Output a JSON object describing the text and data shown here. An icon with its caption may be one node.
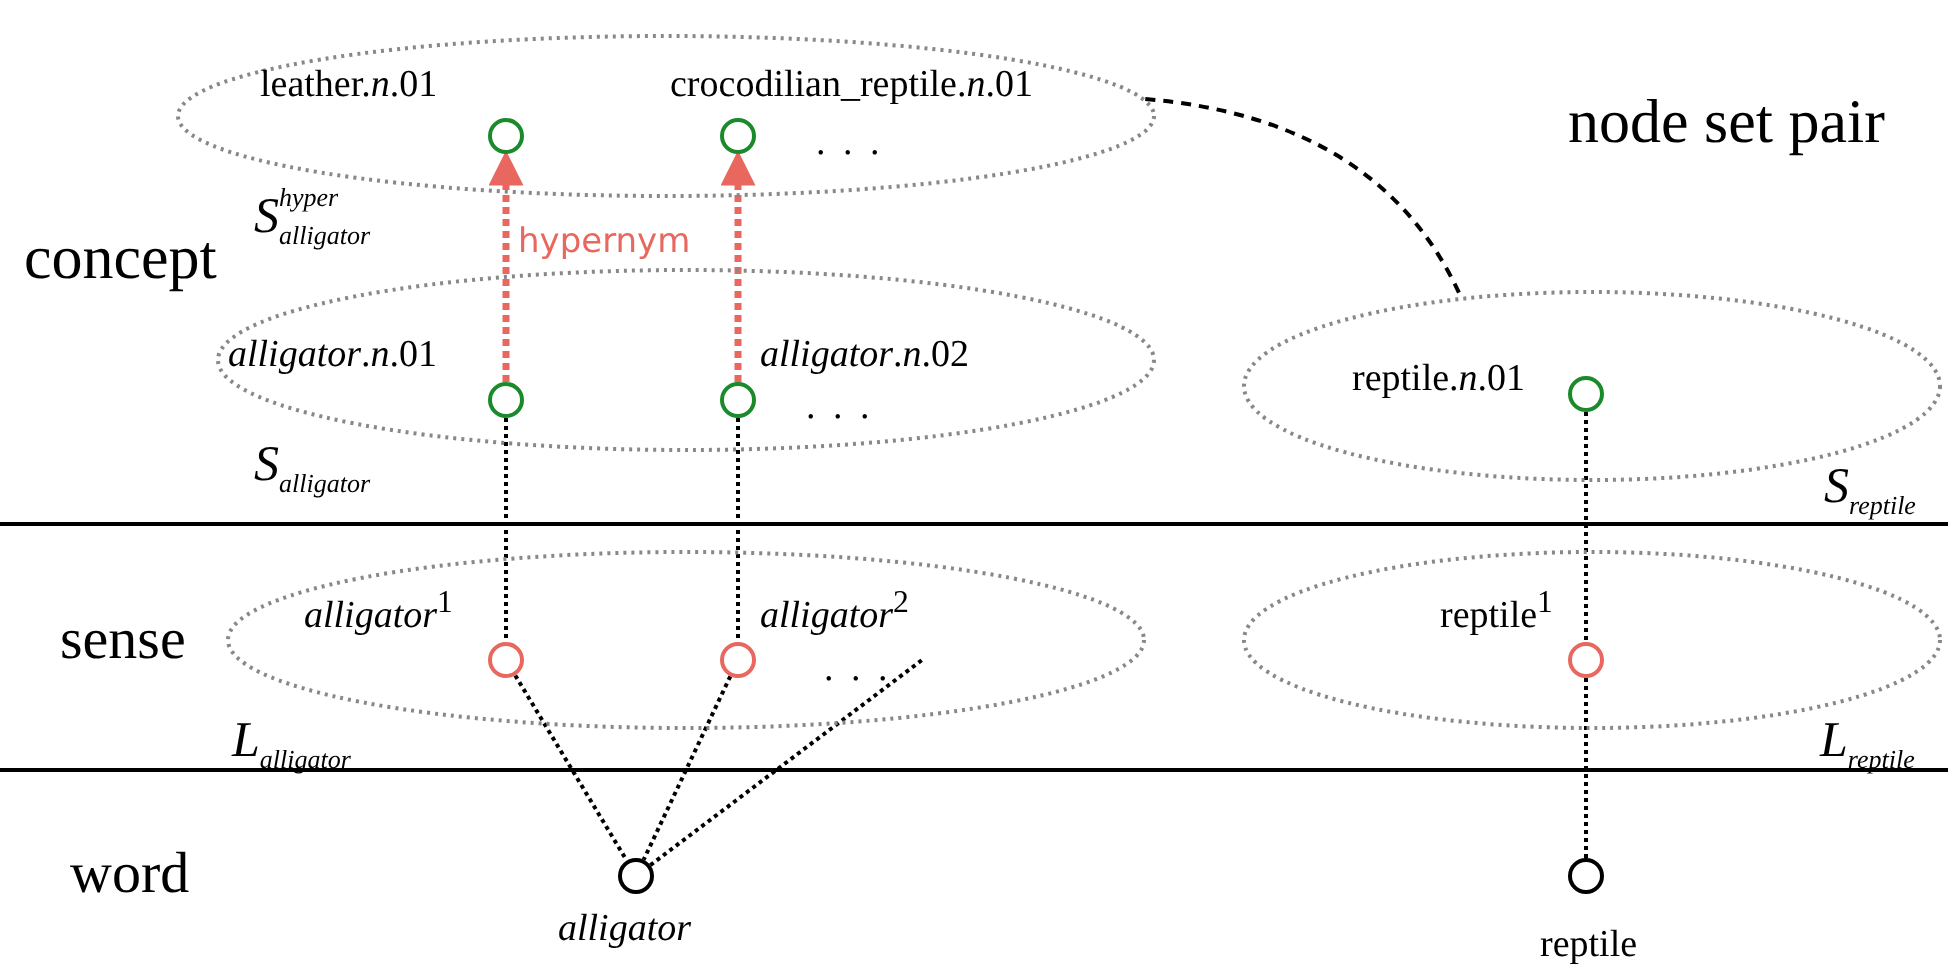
{
  "diagram": {
    "nodes": [
      {
        "text": [],
        "shape": "ellipse",
        "beside": [
          "S$^{hyper}$$_{alligator}$"
        ]
      },
      {
        "text": [],
        "shape": "circle",
        "in": 0,
        "beside": [
          "leather.*n*.01"
        ]
      },
      {
        "text": [],
        "shape": "circle",
        "in": 0,
        "beside": [
          "crocodilian_reptile.*n*.01"
        ]
      },
      {
        "text": [],
        "shape": "ellipse",
        "beside": [
          "S$_{alligator}$"
        ]
      },
      {
        "text": [],
        "shape": "circle",
        "in": 3,
        "beside": [
          "*alligator*.*n*.01"
        ]
      },
      {
        "text": [],
        "shape": "circle",
        "in": 3,
        "beside": [
          "*alligator*.*n*.02"
        ]
      },
      {
        "text": [],
        "shape": "ellipse",
        "beside": [
          "S$_{reptile}$"
        ]
      },
      {
        "text": [],
        "shape": "circle",
        "in": 6,
        "beside": [
          "reptile.*n*.01"
        ]
      },
      {
        "text": [],
        "shape": "ellipse",
        "beside": [
          "L$_{alligator}$"
        ]
      },
      {
        "text": [],
        "shape": "circle",
        "in": 8,
        "beside": [
          "*alligator*$^{1}$"
        ]
      },
      {
        "text": [],
        "shape": "circle",
        "in": 8,
        "beside": [
          "*alligator*$^{2}$"
        ]
      },
      {
        "text": [],
        "shape": "ellipse",
        "beside": [
          "L$_{reptile}$"
        ]
      },
      {
        "text": [],
        "shape": "circle",
        "in": 11,
        "beside": [
          "reptile$^{1}$"
        ]
      },
      {
        "text": [],
        "shape": "circle",
        "beside": [
          "*alligator*"
        ]
      },
      {
        "text": [],
        "shape": "circle",
        "beside": [
          "reptile"
        ]
      }
    ],
    "edges": [
      {
        "from": 4,
        "to": 1,
        "arrow": "to",
        "label": "hypernym",
        "style": "dashed",
        "color": "#e8675f"
      },
      {
        "from": 5,
        "to": 2,
        "arrow": "to",
        "style": "dashed",
        "color": "#e8675f"
      },
      {
        "from": 0,
        "to": 6,
        "arrow": "none",
        "label": "node set pair",
        "style": "dashed"
      },
      {
        "from": 4,
        "to": 9,
        "arrow": "none"
      },
      {
        "from": 5,
        "to": 10,
        "arrow": "none"
      },
      {
        "from": 7,
        "to": 12,
        "arrow": "none"
      },
      {
        "from": 9,
        "to": 13,
        "arrow": "none"
      },
      {
        "from": 10,
        "to": 13,
        "arrow": "none"
      },
      {
        "from": 13,
        "to": null,
        "arrow": "none"
      },
      {
        "from": 12,
        "to": 14,
        "arrow": "none"
      }
    ],
    "labels": [
      "concept",
      "sense",
      "word",
      ". . .",
      ". . .",
      ". . ."
    ]
  }
}
